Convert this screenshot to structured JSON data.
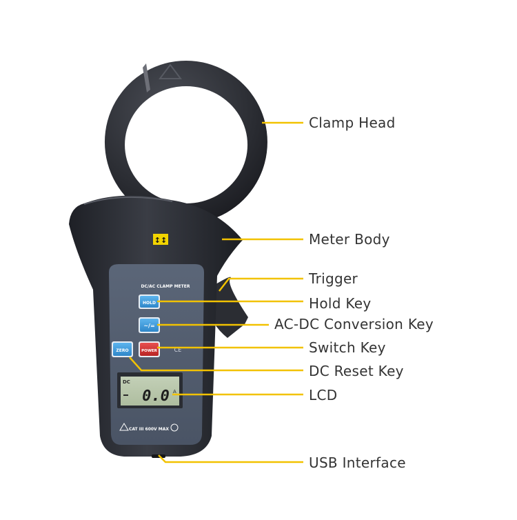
{
  "accent_color": "#F2C200",
  "device": {
    "panel_title": "DC/AC CLAMP METER",
    "hold_label": "HOLD",
    "conversion_symbol": "~/=",
    "zero_label": "ZERO",
    "power_label": "POWER",
    "ce_mark": "CE",
    "lcd": {
      "mode": "DC",
      "reading": "0.0",
      "unit": "A"
    },
    "safety_rating": "CAT III 600V MAX",
    "jaw_direction_icon": "double-arrow-icon"
  },
  "callouts": [
    {
      "id": "clamp-head",
      "label": "Clamp Head"
    },
    {
      "id": "meter-body",
      "label": "Meter Body"
    },
    {
      "id": "trigger",
      "label": "Trigger"
    },
    {
      "id": "hold-key",
      "label": "Hold Key"
    },
    {
      "id": "ac-dc-conversion-key",
      "label": "AC-DC Conversion Key"
    },
    {
      "id": "switch-key",
      "label": "Switch Key"
    },
    {
      "id": "dc-reset-key",
      "label": "DC Reset Key"
    },
    {
      "id": "lcd",
      "label": "LCD"
    },
    {
      "id": "usb-interface",
      "label": "USB Interface"
    }
  ]
}
